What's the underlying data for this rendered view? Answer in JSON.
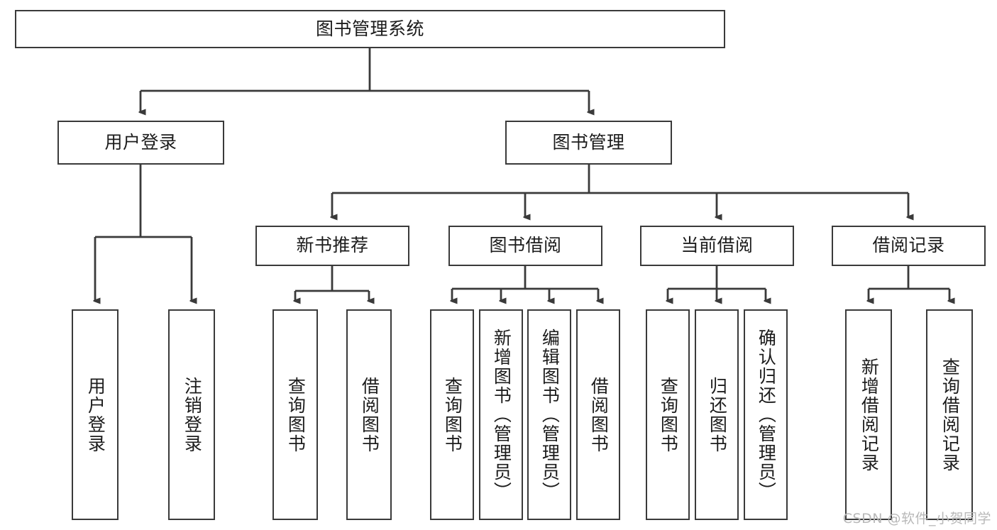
{
  "diagram": {
    "type": "tree",
    "title": "图书管理系统",
    "root": {
      "label": "图书管理系统"
    },
    "level1": [
      {
        "label": "用户登录"
      },
      {
        "label": "图书管理"
      }
    ],
    "level2": [
      {
        "label": "新书推荐"
      },
      {
        "label": "图书借阅"
      },
      {
        "label": "当前借阅"
      },
      {
        "label": "借阅记录"
      }
    ],
    "leaves": {
      "user_login": [
        {
          "label": "用户登录"
        },
        {
          "label": "注销登录"
        }
      ],
      "new_book_recommend": [
        {
          "label": "查询图书"
        },
        {
          "label": "借阅图书"
        }
      ],
      "book_borrow": [
        {
          "label": "查询图书"
        },
        {
          "label": "新增图书（管理员）"
        },
        {
          "label": "编辑图书（管理员）"
        },
        {
          "label": "借阅图书"
        }
      ],
      "current_borrow": [
        {
          "label": "查询图书"
        },
        {
          "label": "归还图书"
        },
        {
          "label": "确认归还（管理员）"
        }
      ],
      "borrow_record": [
        {
          "label": "新增借阅记录"
        },
        {
          "label": "查询借阅记录"
        }
      ]
    }
  },
  "watermark": {
    "text": "CSDN @软件_小贺同学"
  },
  "colors": {
    "background": "#ffffff",
    "box_border": "#3a3a3a",
    "box_fill": "#ffffff",
    "text": "#1c1c1c",
    "edge": "#3a3a3a",
    "watermark": "#b8b8b8"
  }
}
